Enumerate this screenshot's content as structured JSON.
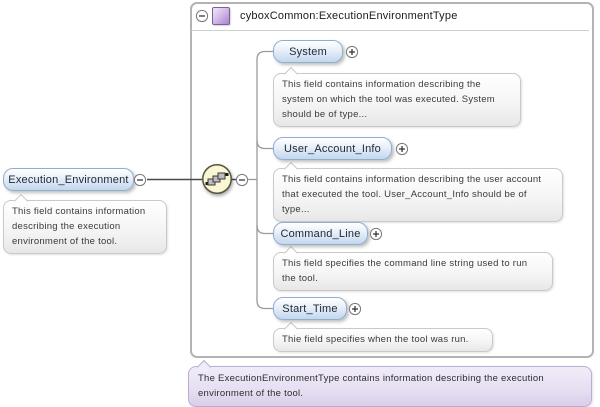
{
  "diagram": {
    "type_header": {
      "title": "cyboxCommon:ExecutionEnvironmentType",
      "collapse_state": "expanded"
    },
    "root_element": {
      "label": "Execution_Environment",
      "collapse_state": "expanded",
      "tooltip": "This field contains information describing the execution environment of the tool."
    },
    "compositor": "sequence",
    "children": [
      {
        "label": "System",
        "expand_state": "collapsed",
        "tooltip": "This field contains information describing the system on which the tool was executed. System should be of type..."
      },
      {
        "label": "User_Account_Info",
        "expand_state": "collapsed",
        "tooltip": "This field contains information describing the user account that executed the tool. User_Account_Info should be of type..."
      },
      {
        "label": "Command_Line",
        "expand_state": "collapsed",
        "tooltip": "This field specifies the command line string used to run the tool."
      },
      {
        "label": "Start_Time",
        "expand_state": "collapsed",
        "tooltip": "Thie field specifies when the tool was run."
      }
    ],
    "footer_annotation": "The ExecutionEnvironmentType contains information describing the execution environment of the tool.",
    "colors": {
      "element_fill_top": "#ffffff",
      "element_fill_bottom": "#c3d7ee",
      "element_border": "#92aecd",
      "container_border": "#b3b3b3",
      "tooltip_border": "#c9c9c9",
      "annotation_fill": "#e6def2",
      "annotation_border": "#b9aed2",
      "sequence_fill": "#fbf6d3",
      "type_icon_fill": "#b58fd6"
    }
  }
}
